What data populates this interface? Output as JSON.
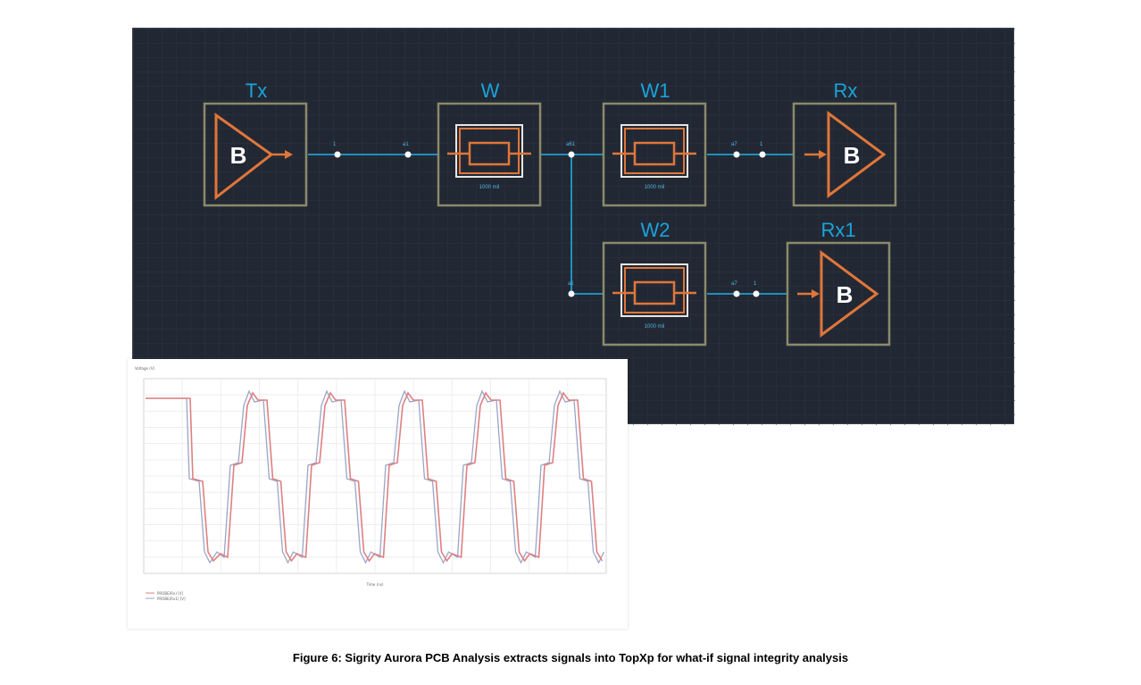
{
  "schematic": {
    "blocks": {
      "tx": {
        "title": "Tx",
        "letter": "B"
      },
      "w": {
        "title": "W",
        "sublabel": "1000 mil"
      },
      "w1": {
        "title": "W1",
        "sublabel": "1000 mil"
      },
      "rx": {
        "title": "Rx",
        "letter": "B"
      },
      "w2": {
        "title": "W2",
        "sublabel": "1000 mil"
      },
      "rx1": {
        "title": "Rx1",
        "letter": "B"
      }
    },
    "pins": {
      "tx_out": "1",
      "w_in": "a1",
      "w_out": "a61",
      "w1_out": "a7",
      "rx_in": "1",
      "w2_in": "a1",
      "w2_out": "a7",
      "rx1_in": "1"
    },
    "colors": {
      "background": "#222833",
      "grid": "#2c3442",
      "wire": "#1f8fbf",
      "title": "#1aa3dd",
      "frame": "#8a8a6a",
      "component": "#e0763a"
    }
  },
  "plot": {
    "title": "Voltage (V)",
    "xlabel": "Time (ns)",
    "legend": [
      "PROBE(Rx) [V]",
      "PROBE(Rx1) [V]"
    ],
    "series_colors": [
      "#e08080",
      "#9aa6c8"
    ]
  },
  "chart_data": {
    "type": "line",
    "title": "",
    "xlabel": "",
    "ylabel": "",
    "x_ticks": [
      "",
      "",
      "",
      "",
      "",
      "",
      "",
      "",
      "",
      "",
      "",
      ""
    ],
    "y_ticks": [
      "",
      "",
      "",
      "",
      "",
      "",
      "",
      "",
      "",
      "",
      "",
      ""
    ],
    "series": [
      {
        "name": "",
        "shape": "stepped square wave, 5.5 periods, high initial level then alternating with reflections"
      },
      {
        "name": "",
        "shape": "overlapping square wave with ringing"
      }
    ]
  },
  "caption": "Figure 6: Sigrity Aurora PCB Analysis extracts signals into TopXp for what-if signal integrity analysis"
}
